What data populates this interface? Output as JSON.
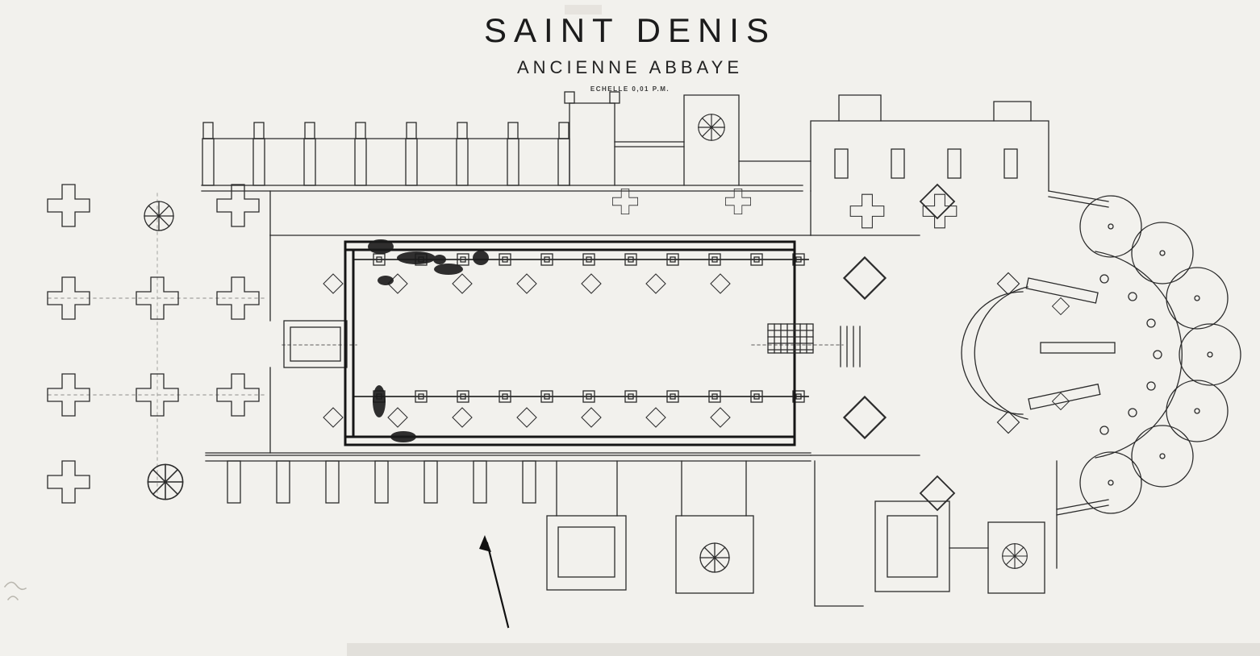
{
  "page": {
    "paper_color": "#f2f1ed",
    "ink_color": "#2b2b2b",
    "heavy_ink_color": "#151515"
  },
  "heading": {
    "title": "SAINT DENIS",
    "subtitle": "ANCIENNE ABBAYE",
    "scale_note": "ECHELLE 0,01 P.M."
  }
}
